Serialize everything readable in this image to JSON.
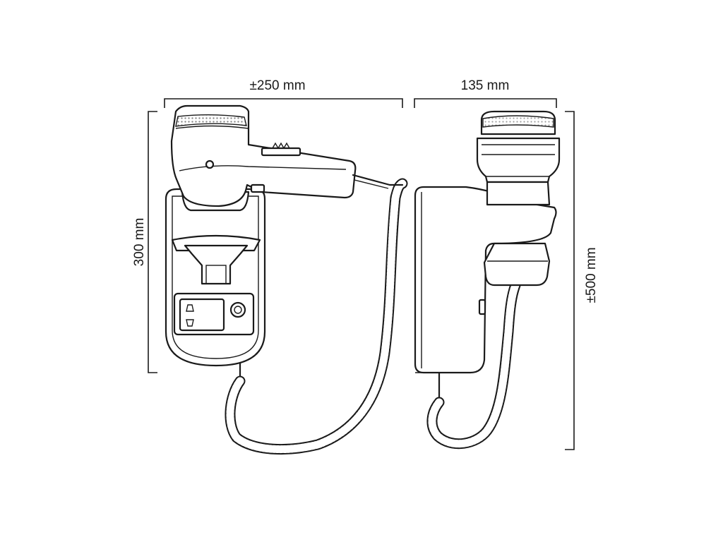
{
  "dimensions": {
    "width_front": "±250 mm",
    "width_side": "135 mm",
    "height_body": "300 mm",
    "height_total": "±500 mm"
  },
  "colors": {
    "ink": "#1a1a1a",
    "fill_light": "#ffffff",
    "grill": "#9a9a9a",
    "socket_panel": "#ffffff"
  }
}
